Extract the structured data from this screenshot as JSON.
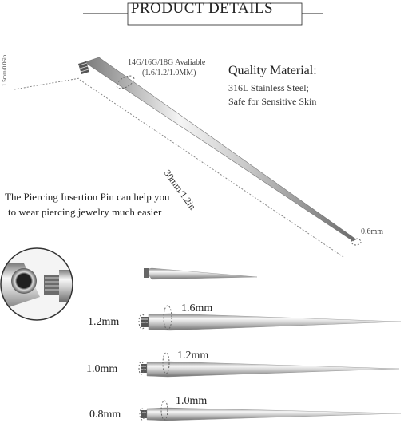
{
  "header": {
    "title": "PRODUCT DETAILS"
  },
  "quality": {
    "title": "Quality Material:",
    "line1": "316L Stainless Steel;",
    "line2": "Safe for Sensitive Skin"
  },
  "spec": {
    "gauges": "14G/16G/18G Avaliable",
    "sizes": "(1.6/1.2/1.0MM)",
    "thread_diameter": "1.5mm/0.06in",
    "length": "30mm/1.2in",
    "tip": "0.6mm"
  },
  "description": {
    "line1": "The Piercing Insertion Pin can help you",
    "line2": "to wear piercing jewelry much easier"
  },
  "sizes": [
    {
      "thread": "1.2mm",
      "base": "1.6mm"
    },
    {
      "thread": "1.0mm",
      "base": "1.2mm"
    },
    {
      "thread": "0.8mm",
      "base": "1.0mm"
    }
  ],
  "colors": {
    "steel_light": "#f2f2f2",
    "steel_dark": "#8a8a8a",
    "text": "#222222"
  }
}
